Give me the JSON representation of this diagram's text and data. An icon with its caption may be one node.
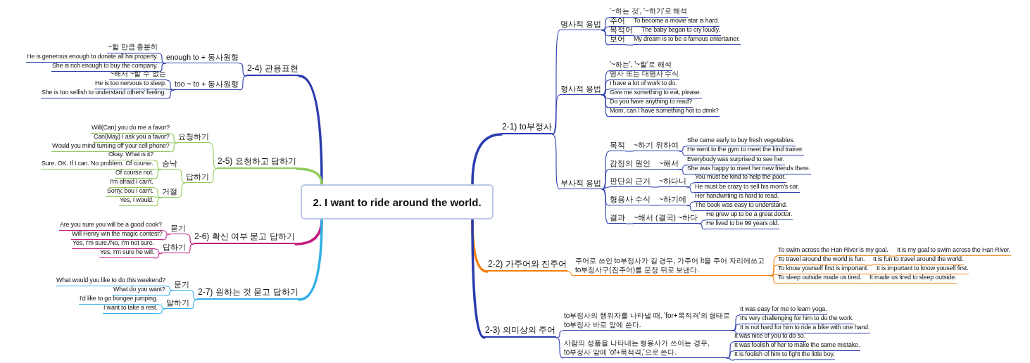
{
  "diagram": {
    "nodes": [
      {
        "text": [
          "2. I want to ride around the world."
        ]
      },
      {
        "text": [
          "2-1) to부정사"
        ]
      },
      {
        "text": [
          "명사적 용법"
        ]
      },
      {
        "text": [
          "'~하는 것', '~하기'로 해석"
        ]
      },
      {
        "text": [
          "주어"
        ]
      },
      {
        "text": [
          "To become a movie star is hard."
        ]
      },
      {
        "text": [
          "목적어"
        ]
      },
      {
        "text": [
          "The baby began to cry loudly."
        ]
      },
      {
        "text": [
          "보어"
        ]
      },
      {
        "text": [
          "My dream is to be a famous entertainer."
        ]
      },
      {
        "text": [
          "형사적 용법"
        ]
      },
      {
        "text": [
          "'~하는', '~할'로 해석"
        ]
      },
      {
        "text": [
          "명사 또는 대명사 수식"
        ]
      },
      {
        "text": [
          "I have a lot of work to do."
        ]
      },
      {
        "text": [
          "Give me something to eat, please."
        ]
      },
      {
        "text": [
          "Do you have anything to read?"
        ]
      },
      {
        "text": [
          "Mom, can I have something hot to drink?"
        ]
      },
      {
        "text": [
          "부사적 용법"
        ]
      },
      {
        "text": [
          "목적"
        ]
      },
      {
        "text": [
          "~하기 위하여"
        ]
      },
      {
        "text": [
          "She came early to buy fresh vegetables."
        ]
      },
      {
        "text": [
          "He went to the gym to meet the kind trainer."
        ]
      },
      {
        "text": [
          "감정의 원인"
        ]
      },
      {
        "text": [
          "~해서"
        ]
      },
      {
        "text": [
          "Everybody was surprised to see her."
        ]
      },
      {
        "text": [
          "She was happy to meet her new friends there."
        ]
      },
      {
        "text": [
          "판단의 근거"
        ]
      },
      {
        "text": [
          "~하다니"
        ]
      },
      {
        "text": [
          "You must be kind to help the poor."
        ]
      },
      {
        "text": [
          "He must be crazy to sell his mom's car."
        ]
      },
      {
        "text": [
          "형용사 수식"
        ]
      },
      {
        "text": [
          "~하기에"
        ]
      },
      {
        "text": [
          "Her handwriting is hard to read."
        ]
      },
      {
        "text": [
          "The book was easy to understand."
        ]
      },
      {
        "text": [
          "결과"
        ]
      },
      {
        "text": [
          "~해서 (결국) ~하다"
        ]
      },
      {
        "text": [
          "He grew up to be a great doctor."
        ]
      },
      {
        "text": [
          "He lived to be 99 years old."
        ]
      },
      {
        "text": [
          "2-2) 가주어와 진주어"
        ]
      },
      {
        "text": [
          "주어로 쓰인 to부정사가 길 경우, 가주어 It을 주어 자리에쓰고 to부정사구(진주어)를 문장 뒤로 보낸다."
        ]
      },
      {
        "text": [
          "To swim across the Han River is my goal."
        ]
      },
      {
        "text": [
          "It is my goal to swim across the Han River."
        ]
      },
      {
        "text": [
          "To travel around the world is fun."
        ]
      },
      {
        "text": [
          "It is fun to travel around the world."
        ]
      },
      {
        "text": [
          "To know yourself first is important."
        ]
      },
      {
        "text": [
          "It is important to know youself first."
        ]
      },
      {
        "text": [
          "To sleep outside made us tired."
        ]
      },
      {
        "text": [
          "It made us tired to sleep outside."
        ]
      },
      {
        "text": [
          "2-3) 의미상의 주어"
        ]
      },
      {
        "text": [
          "to부정사의 행위자를 나타낼 때, 'for+목적격'의 형태로 to부정사 바로 앞에 쓴다."
        ]
      },
      {
        "text": [
          "It was easy for me to learn yoga."
        ]
      },
      {
        "text": [
          "It's very challenging for him to do the work."
        ]
      },
      {
        "text": [
          "It is not hard for him to ride a bike with one hand."
        ]
      },
      {
        "text": [
          "사람의 성품을 나타내는 형용사가 쓰이는 경우, to부정사 앞에 'of+목적격,'으로 쓴다."
        ]
      },
      {
        "text": [
          "It was nice of you to do so."
        ]
      },
      {
        "text": [
          "It was foolish of her to make the same mistake."
        ]
      },
      {
        "text": [
          "It is foolish of him to fight the little boy."
        ]
      },
      {
        "text": [
          "2-4) 관용표현"
        ]
      },
      {
        "text": [
          "enough to + 동사원형"
        ]
      },
      {
        "text": [
          "~할 만큼 충분히"
        ]
      },
      {
        "text": [
          "He is generous enough to donate all his property."
        ]
      },
      {
        "text": [
          "She is rich enough to buy the company."
        ]
      },
      {
        "text": [
          "too ~ to + 동사원형"
        ]
      },
      {
        "text": [
          "~해서 ~할 수 없는"
        ]
      },
      {
        "text": [
          "He is too nervous to sleep."
        ]
      },
      {
        "text": [
          "She is too selfish to understand others' feeling."
        ]
      },
      {
        "text": [
          "2-5) 요청하고 답하기"
        ]
      },
      {
        "text": [
          "요청하기"
        ]
      },
      {
        "text": [
          "Will(Can) you do me a favor?"
        ]
      },
      {
        "text": [
          "Can(May) I ask you a favor?"
        ]
      },
      {
        "text": [
          "Would you mind turning off your cell phone?"
        ]
      },
      {
        "text": [
          "답하기"
        ]
      },
      {
        "text": [
          "승낙"
        ]
      },
      {
        "text": [
          "Okay. What is it?"
        ]
      },
      {
        "text": [
          "Sure. OK. If I can. No problem. Of course."
        ]
      },
      {
        "text": [
          "Of course not."
        ]
      },
      {
        "text": [
          "거절"
        ]
      },
      {
        "text": [
          "I'm afraid I can't."
        ]
      },
      {
        "text": [
          "Sorry, bou I can't."
        ]
      },
      {
        "text": [
          "Yes, I would."
        ]
      },
      {
        "text": [
          "2-6) 확신 여부 묻고 답하기"
        ]
      },
      {
        "text": [
          "묻기"
        ]
      },
      {
        "text": [
          "Are you sure you will be a good cook?"
        ]
      },
      {
        "text": [
          "Will Henry win the magic contest?"
        ]
      },
      {
        "text": [
          "답하기"
        ]
      },
      {
        "text": [
          "Yes, I'm sure./No, I'm not sure."
        ]
      },
      {
        "text": [
          "Yes, I'm sure he will."
        ]
      },
      {
        "text": [
          "2-7) 원하는 것 묻고 답하기"
        ]
      },
      {
        "text": [
          "묻기"
        ]
      },
      {
        "text": [
          "What would you like to do this weekend?"
        ]
      },
      {
        "text": [
          "What do you want?"
        ]
      },
      {
        "text": [
          "말하기"
        ]
      },
      {
        "text": [
          "I'd like to go bungee jumping."
        ]
      },
      {
        "text": [
          "I want to take a rest."
        ]
      }
    ],
    "edges": [
      {
        "from": 0,
        "to": 1,
        "arrow": "none",
        "style": "thick"
      },
      {
        "from": 1,
        "to": 2,
        "arrow": "none"
      },
      {
        "from": 2,
        "to": 3,
        "arrow": "none"
      },
      {
        "from": 2,
        "to": 4,
        "arrow": "none"
      },
      {
        "from": 4,
        "to": 5,
        "arrow": "none"
      },
      {
        "from": 2,
        "to": 6,
        "arrow": "none"
      },
      {
        "from": 6,
        "to": 7,
        "arrow": "none"
      },
      {
        "from": 2,
        "to": 8,
        "arrow": "none"
      },
      {
        "from": 8,
        "to": 9,
        "arrow": "none"
      },
      {
        "from": 1,
        "to": 10,
        "arrow": "none"
      },
      {
        "from": 10,
        "to": 11,
        "arrow": "none"
      },
      {
        "from": 10,
        "to": 12,
        "arrow": "none"
      },
      {
        "from": 10,
        "to": 13,
        "arrow": "none"
      },
      {
        "from": 10,
        "to": 14,
        "arrow": "none"
      },
      {
        "from": 10,
        "to": 15,
        "arrow": "none"
      },
      {
        "from": 10,
        "to": 16,
        "arrow": "none"
      },
      {
        "from": 1,
        "to": 17,
        "arrow": "none"
      },
      {
        "from": 17,
        "to": 18,
        "arrow": "none"
      },
      {
        "from": 18,
        "to": 19,
        "arrow": "none"
      },
      {
        "from": 19,
        "to": 20,
        "arrow": "none"
      },
      {
        "from": 19,
        "to": 21,
        "arrow": "none"
      },
      {
        "from": 17,
        "to": 22,
        "arrow": "none"
      },
      {
        "from": 22,
        "to": 23,
        "arrow": "none"
      },
      {
        "from": 23,
        "to": 24,
        "arrow": "none"
      },
      {
        "from": 23,
        "to": 25,
        "arrow": "none"
      },
      {
        "from": 17,
        "to": 26,
        "arrow": "none"
      },
      {
        "from": 26,
        "to": 27,
        "arrow": "none"
      },
      {
        "from": 27,
        "to": 28,
        "arrow": "none"
      },
      {
        "from": 27,
        "to": 29,
        "arrow": "none"
      },
      {
        "from": 17,
        "to": 30,
        "arrow": "none"
      },
      {
        "from": 30,
        "to": 31,
        "arrow": "none"
      },
      {
        "from": 31,
        "to": 32,
        "arrow": "none"
      },
      {
        "from": 31,
        "to": 33,
        "arrow": "none"
      },
      {
        "from": 17,
        "to": 34,
        "arrow": "none"
      },
      {
        "from": 34,
        "to": 35,
        "arrow": "none"
      },
      {
        "from": 35,
        "to": 36,
        "arrow": "none"
      },
      {
        "from": 35,
        "to": 37,
        "arrow": "none"
      },
      {
        "from": 0,
        "to": 38,
        "arrow": "none",
        "style": "thick",
        "color": "#f07f0c"
      },
      {
        "from": 38,
        "to": 39,
        "arrow": "none",
        "color": "#f07f0c"
      },
      {
        "from": 39,
        "to": 40,
        "arrow": "none",
        "color": "#f07f0c"
      },
      {
        "from": 40,
        "to": 41,
        "arrow": "none",
        "color": "#f07f0c"
      },
      {
        "from": 39,
        "to": 42,
        "arrow": "none",
        "color": "#f07f0c"
      },
      {
        "from": 42,
        "to": 43,
        "arrow": "none",
        "color": "#f07f0c"
      },
      {
        "from": 39,
        "to": 44,
        "arrow": "none",
        "color": "#f07f0c"
      },
      {
        "from": 44,
        "to": 45,
        "arrow": "none",
        "color": "#f07f0c"
      },
      {
        "from": 39,
        "to": 46,
        "arrow": "none",
        "color": "#f07f0c"
      },
      {
        "from": 46,
        "to": 47,
        "arrow": "none",
        "color": "#f07f0c"
      },
      {
        "from": 0,
        "to": 48,
        "arrow": "none",
        "style": "thick"
      },
      {
        "from": 48,
        "to": 49,
        "arrow": "none"
      },
      {
        "from": 49,
        "to": 50,
        "arrow": "none"
      },
      {
        "from": 49,
        "to": 51,
        "arrow": "none"
      },
      {
        "from": 49,
        "to": 52,
        "arrow": "none"
      },
      {
        "from": 48,
        "to": 53,
        "arrow": "none"
      },
      {
        "from": 53,
        "to": 54,
        "arrow": "none"
      },
      {
        "from": 53,
        "to": 55,
        "arrow": "none"
      },
      {
        "from": 53,
        "to": 56,
        "arrow": "none"
      },
      {
        "from": 0,
        "to": 57,
        "arrow": "none",
        "style": "thick"
      },
      {
        "from": 57,
        "to": 58,
        "arrow": "none"
      },
      {
        "from": 58,
        "to": 59,
        "arrow": "none"
      },
      {
        "from": 58,
        "to": 60,
        "arrow": "none"
      },
      {
        "from": 58,
        "to": 61,
        "arrow": "none"
      },
      {
        "from": 57,
        "to": 62,
        "arrow": "none"
      },
      {
        "from": 62,
        "to": 63,
        "arrow": "none"
      },
      {
        "from": 62,
        "to": 64,
        "arrow": "none"
      },
      {
        "from": 62,
        "to": 65,
        "arrow": "none"
      },
      {
        "from": 0,
        "to": 66,
        "arrow": "none",
        "style": "thick",
        "color": "#8fcc5c"
      },
      {
        "from": 66,
        "to": 67,
        "arrow": "none",
        "color": "#8fcc5c"
      },
      {
        "from": 67,
        "to": 68,
        "arrow": "none",
        "color": "#8fcc5c"
      },
      {
        "from": 67,
        "to": 69,
        "arrow": "none",
        "color": "#8fcc5c"
      },
      {
        "from": 67,
        "to": 70,
        "arrow": "none",
        "color": "#8fcc5c"
      },
      {
        "from": 66,
        "to": 71,
        "arrow": "none",
        "color": "#8fcc5c"
      },
      {
        "from": 71,
        "to": 72,
        "arrow": "none",
        "color": "#8fcc5c"
      },
      {
        "from": 72,
        "to": 73,
        "arrow": "none",
        "color": "#8fcc5c"
      },
      {
        "from": 72,
        "to": 74,
        "arrow": "none",
        "color": "#8fcc5c"
      },
      {
        "from": 72,
        "to": 75,
        "arrow": "none",
        "color": "#8fcc5c"
      },
      {
        "from": 71,
        "to": 76,
        "arrow": "none",
        "color": "#8fcc5c"
      },
      {
        "from": 76,
        "to": 77,
        "arrow": "none",
        "color": "#8fcc5c"
      },
      {
        "from": 76,
        "to": 78,
        "arrow": "none",
        "color": "#8fcc5c"
      },
      {
        "from": 76,
        "to": 79,
        "arrow": "none",
        "color": "#8fcc5c"
      },
      {
        "from": 0,
        "to": 80,
        "arrow": "none",
        "style": "thick",
        "color": "#c21a7e"
      },
      {
        "from": 80,
        "to": 81,
        "arrow": "none",
        "color": "#c21a7e"
      },
      {
        "from": 81,
        "to": 82,
        "arrow": "none",
        "color": "#c21a7e"
      },
      {
        "from": 81,
        "to": 83,
        "arrow": "none",
        "color": "#c21a7e"
      },
      {
        "from": 80,
        "to": 84,
        "arrow": "none",
        "color": "#c21a7e"
      },
      {
        "from": 84,
        "to": 85,
        "arrow": "none",
        "color": "#c21a7e"
      },
      {
        "from": 84,
        "to": 86,
        "arrow": "none",
        "color": "#c21a7e"
      },
      {
        "from": 0,
        "to": 87,
        "arrow": "none",
        "style": "thick",
        "color": "#2eaee6"
      },
      {
        "from": 87,
        "to": 88,
        "arrow": "none",
        "color": "#2eaee6"
      },
      {
        "from": 88,
        "to": 89,
        "arrow": "none",
        "color": "#2eaee6"
      },
      {
        "from": 88,
        "to": 90,
        "arrow": "none",
        "color": "#2eaee6"
      },
      {
        "from": 87,
        "to": 91,
        "arrow": "none",
        "color": "#2eaee6"
      },
      {
        "from": 91,
        "to": 92,
        "arrow": "none",
        "color": "#2eaee6"
      },
      {
        "from": 91,
        "to": 93,
        "arrow": "none",
        "color": "#2eaee6"
      }
    ]
  }
}
